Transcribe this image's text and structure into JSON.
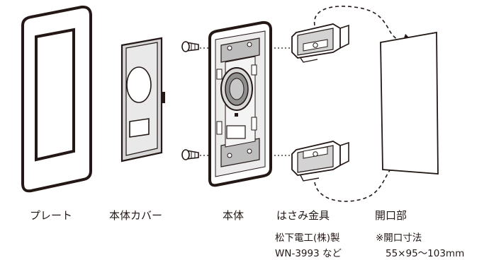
{
  "labels": {
    "plate": "プレート",
    "cover": "本体カバー",
    "body": "本体",
    "bracket": "はさみ金具",
    "opening": "開口部"
  },
  "bracket_note": {
    "maker": "松下電工(株)製",
    "model": "WN-3993 など"
  },
  "opening_note": {
    "title": "※開口寸法",
    "size": "55×95～103mm"
  },
  "colors": {
    "line": "#231815",
    "fill_gray": "#cfcfcf",
    "fill_dark": "#8a8a8a"
  }
}
